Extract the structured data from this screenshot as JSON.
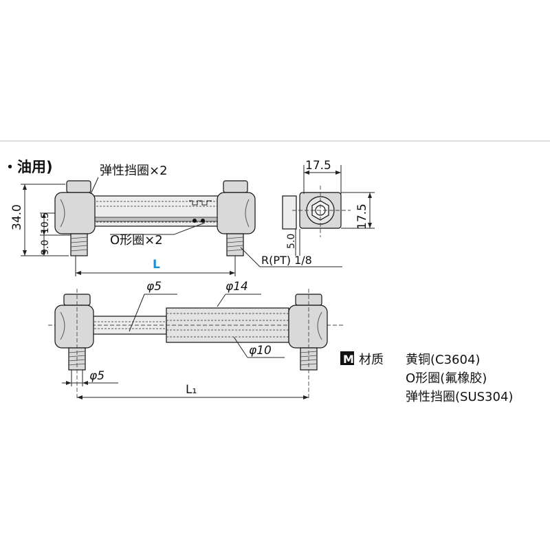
{
  "heading": "・油用)",
  "callouts": {
    "retaining_ring": "弹性挡圈×2",
    "o_ring": "O形圈×2",
    "thread": "R(PT) 1/8"
  },
  "dimensions": {
    "height_total": "34.0",
    "height_mid": "10.5",
    "height_bottom": "9.0",
    "length": "L",
    "side_width": "17.5",
    "side_height": "17.5",
    "side_offset": "5.0",
    "tube_inner_dia": "φ5",
    "tube_outer_dia": "φ14",
    "tube_bore_dia": "φ10",
    "port_dia": "φ5",
    "length_l1": "L₁"
  },
  "material": {
    "badge": "M",
    "label": "材质",
    "items": [
      "黄铜(C3604)",
      "O形圈(氟橡胶)",
      "弹性挡圈(SUS304)"
    ]
  },
  "colors": {
    "body_fill": "#d9d9d9",
    "tube_fill": "#e6e6e6",
    "accent": "#1a8fd1",
    "line": "#111111"
  }
}
